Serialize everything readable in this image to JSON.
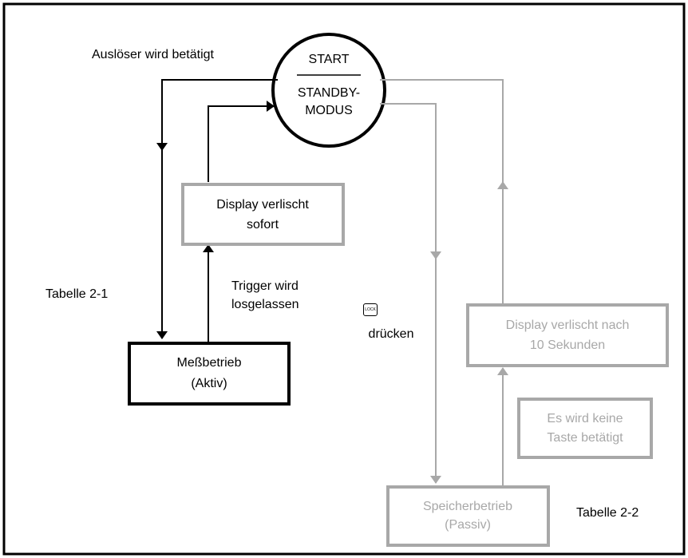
{
  "start_node": {
    "title": "START",
    "line1": "STANDBY-",
    "line2": "MODUS"
  },
  "labels": {
    "trigger_pressed": "Auslöser wird betätigt",
    "table_2_1": "Tabelle 2-1",
    "trigger_released_1": "Trigger wird",
    "trigger_released_2": "losgelassen",
    "press": "drücken",
    "table_2_2": "Tabelle 2-2"
  },
  "lock_key": {
    "label": "LOCK"
  },
  "boxes": {
    "display_off_now": {
      "line1": "Display verlischt",
      "line2": "sofort"
    },
    "measure_mode": {
      "line1": "Meßbetrieb",
      "line2": "(Aktiv)"
    },
    "display_off_10s": {
      "line1": "Display verlischt nach",
      "line2": "10 Sekunden"
    },
    "no_key": {
      "line1": "Es wird keine",
      "line2": "Taste betätigt"
    },
    "memory_mode": {
      "line1": "Speicherbetrieb",
      "line2": "(Passiv)"
    }
  },
  "colors": {
    "black": "#000000",
    "grey": "#a8a8a8"
  }
}
